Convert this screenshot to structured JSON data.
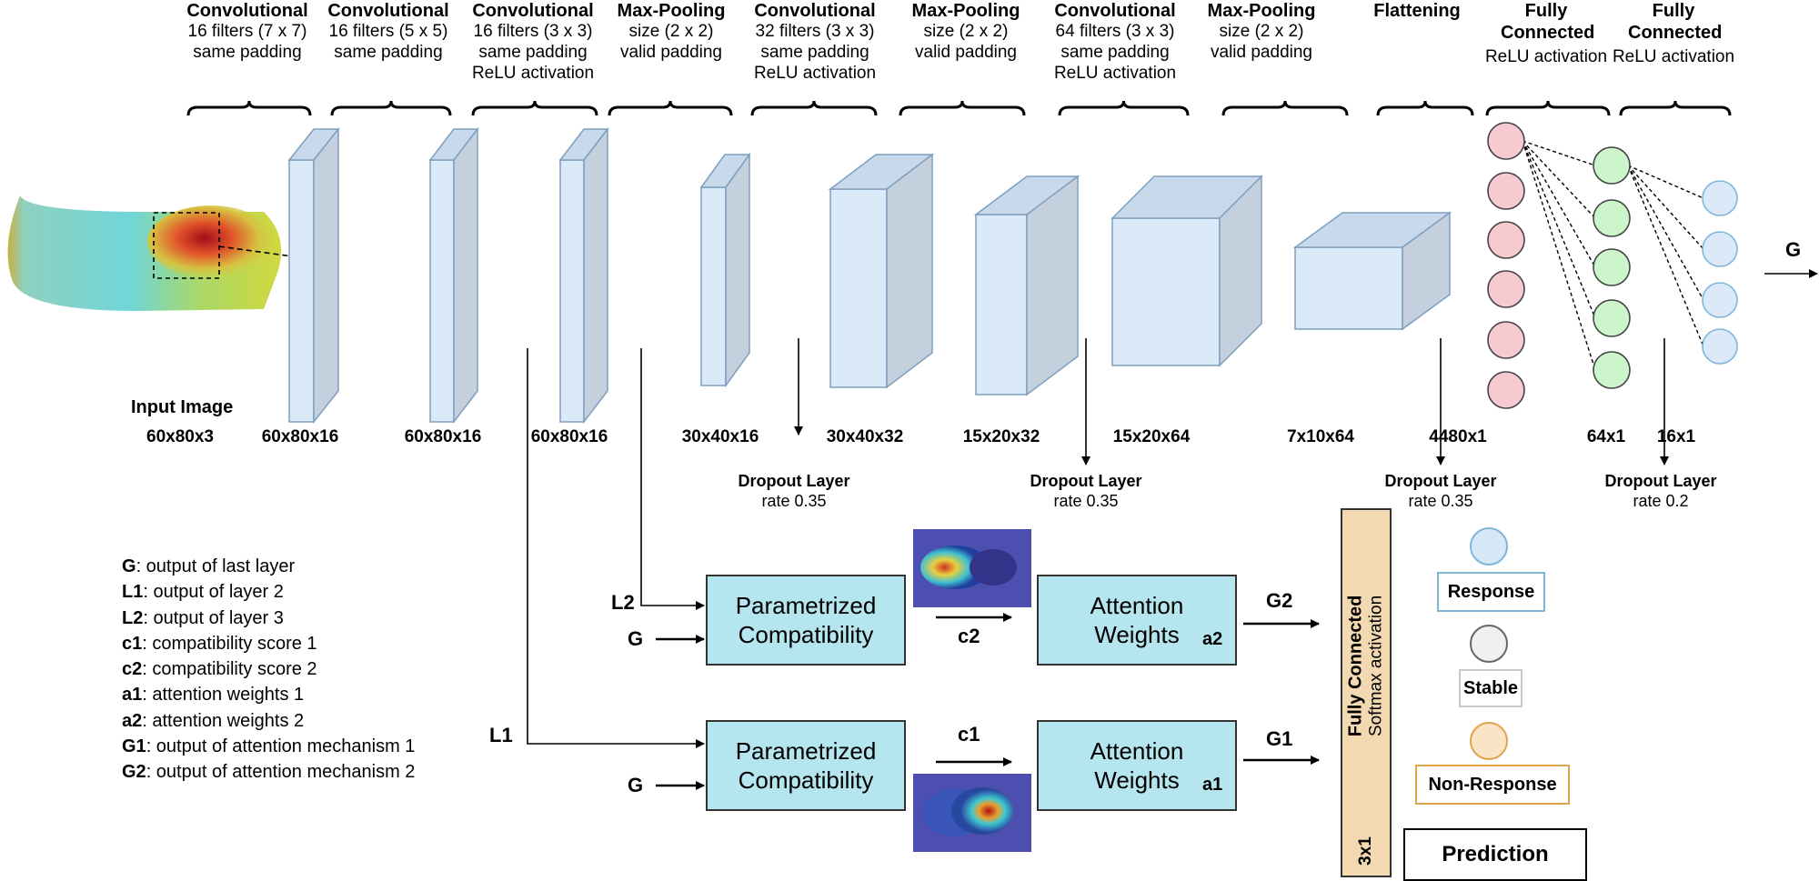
{
  "layers": [
    {
      "title": "Convolutional",
      "desc1": "16 filters (7 x 7)",
      "desc2": "same padding",
      "desc3": ""
    },
    {
      "title": "Convolutional",
      "desc1": "16 filters (5 x 5)",
      "desc2": "same padding",
      "desc3": ""
    },
    {
      "title": "Convolutional",
      "desc1": "16 filters (3 x 3)",
      "desc2": "same padding",
      "desc3": "ReLU activation"
    },
    {
      "title": "Max-Pooling",
      "desc1": "size (2 x 2)",
      "desc2": "valid padding",
      "desc3": ""
    },
    {
      "title": "Convolutional",
      "desc1": "32 filters (3 x 3)",
      "desc2": "same padding",
      "desc3": "ReLU activation"
    },
    {
      "title": "Max-Pooling",
      "desc1": "size (2 x 2)",
      "desc2": "valid padding",
      "desc3": ""
    },
    {
      "title": "Convolutional",
      "desc1": "64 filters (3 x 3)",
      "desc2": "same padding",
      "desc3": "ReLU activation"
    },
    {
      "title": "Max-Pooling",
      "desc1": "size (2 x 2)",
      "desc2": "valid padding",
      "desc3": ""
    },
    {
      "title": "Flattening",
      "desc1": "",
      "desc2": "",
      "desc3": ""
    },
    {
      "title": "Fully Connected",
      "desc1": "ReLU activation",
      "desc2": "",
      "desc3": ""
    },
    {
      "title": "Fully Connected",
      "desc1": "ReLU activation",
      "desc2": "",
      "desc3": ""
    }
  ],
  "input_label": "Input Image",
  "dims": [
    "60x80x3",
    "60x80x16",
    "60x80x16",
    "60x80x16",
    "30x40x16",
    "30x40x32",
    "15x20x32",
    "15x20x64",
    "7x10x64",
    "4480x1",
    "64x1",
    "16x1"
  ],
  "dropouts": [
    {
      "label": "Dropout Layer",
      "rate": "rate 0.35"
    },
    {
      "label": "Dropout Layer",
      "rate": "rate 0.35"
    },
    {
      "label": "Dropout Layer",
      "rate": "rate 0.35"
    },
    {
      "label": "Dropout Layer",
      "rate": "rate 0.2"
    }
  ],
  "output_g": "G",
  "legend": [
    {
      "key": "G",
      "text": ":  output of last layer"
    },
    {
      "key": "L1",
      "text": ": output of layer 2"
    },
    {
      "key": "L2",
      "text": ": output of layer 3"
    },
    {
      "key": "c1",
      "text": ": compatibility score 1"
    },
    {
      "key": "c2",
      "text": ": compatibility score 2"
    },
    {
      "key": "a1",
      "text": ": attention weights 1"
    },
    {
      "key": "a2",
      "text": ": attention weights 2"
    },
    {
      "key": "G1",
      "text": ": output of attention mechanism 1"
    },
    {
      "key": "G2",
      "text": ": output of attention mechanism 2"
    }
  ],
  "attention": {
    "top": {
      "in_l": "L2",
      "in_g": "G",
      "compat_l1": "Parametrized",
      "compat_l2": "Compatibility",
      "score": "c2",
      "weights": "Attention",
      "weights2": "Weights",
      "weights_id": "a2",
      "out": "G2"
    },
    "bottom": {
      "in_l": "L1",
      "in_g": "G",
      "compat_l1": "Parametrized",
      "compat_l2": "Compatibility",
      "score": "c1",
      "weights": "Attention",
      "weights2": "Weights",
      "weights_id": "a1",
      "out": "G1"
    }
  },
  "final_fc": {
    "title": "Fully Connected",
    "desc": "Softmax activation",
    "dim": "3x1"
  },
  "outputs": [
    "Response",
    "Stable",
    "Non-Response"
  ],
  "prediction": "Prediction",
  "colors": {
    "cuboid_front": "#dbeaf8",
    "cuboid_side": "#c4d0de",
    "cuboid_top": "#c9d9ec",
    "cuboid_stroke": "#7f9fbf",
    "node_flatten": "#f7c9d0",
    "node_fc1": "#ccf5cc",
    "node_fc2": "#dbe9f8",
    "box_fill": "#b5e5ee",
    "final_fc": "#f3d9b1",
    "out_response": "#d6e7f7",
    "out_stable": "#f0f0f0",
    "out_nonresponse": "#fbe3c6"
  }
}
